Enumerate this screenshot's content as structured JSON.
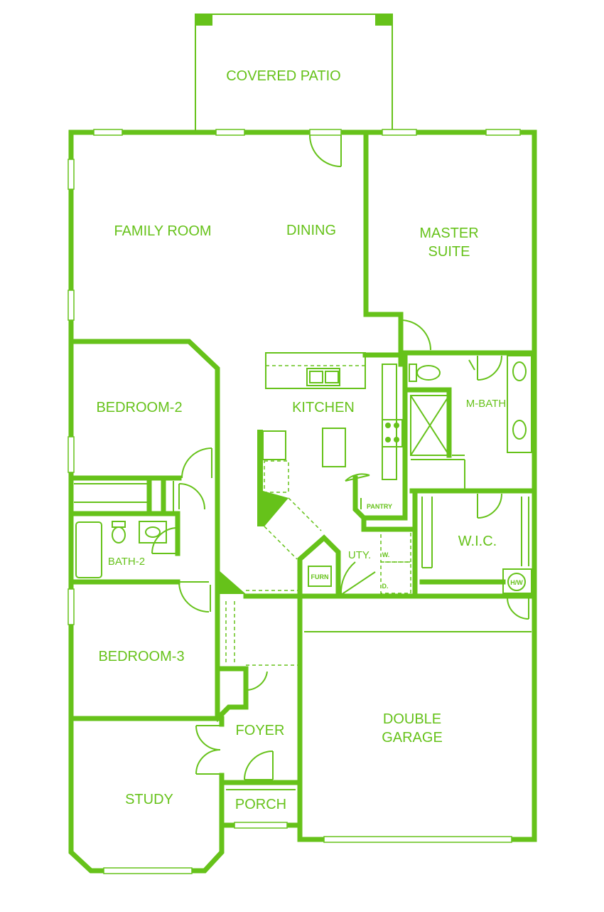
{
  "colors": {
    "line": "#66c21a",
    "background": "#ffffff"
  },
  "rooms": {
    "covered_patio": "COVERED PATIO",
    "family_room": "FAMILY ROOM",
    "dining": "DINING",
    "master_suite_line1": "MASTER",
    "master_suite_line2": "SUITE",
    "bedroom2": "BEDROOM-2",
    "kitchen": "KITCHEN",
    "m_bath": "M-BATH",
    "pantry": "PANTRY",
    "wic": "W.I.C.",
    "bath2": "BATH-2",
    "uty": "UTY.",
    "washer": "W.",
    "dryer": "D.",
    "furnace": "FURN",
    "water_heater": "H/W",
    "bedroom3": "BEDROOM-3",
    "double_garage_line1": "DOUBLE",
    "double_garage_line2": "GARAGE",
    "foyer": "FOYER",
    "study": "STUDY",
    "porch": "PORCH"
  }
}
